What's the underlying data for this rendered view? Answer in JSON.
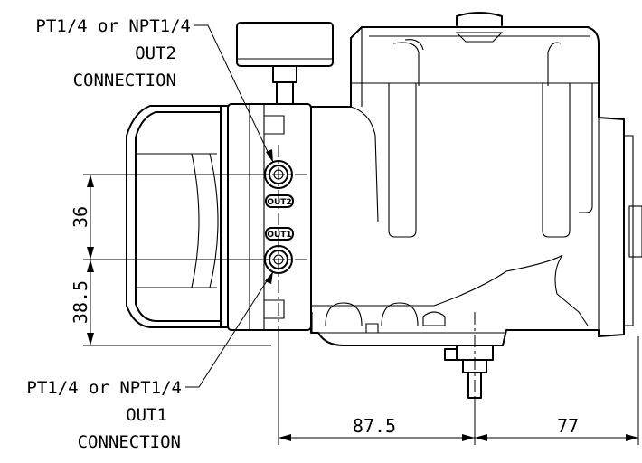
{
  "callouts": {
    "out2": {
      "spec": "PT1/4 or NPT1/4",
      "port": "OUT2",
      "label": "CONNECTION"
    },
    "out1": {
      "spec": "PT1/4 or NPT1/4",
      "port": "OUT1",
      "label": "CONNECTION"
    }
  },
  "port_badges": {
    "out2": "OUT2",
    "out1": "OUT1"
  },
  "dimensions": {
    "vertical_upper": "36",
    "vertical_lower": "38.5",
    "horizontal_left": "87.5",
    "horizontal_right": "77"
  }
}
